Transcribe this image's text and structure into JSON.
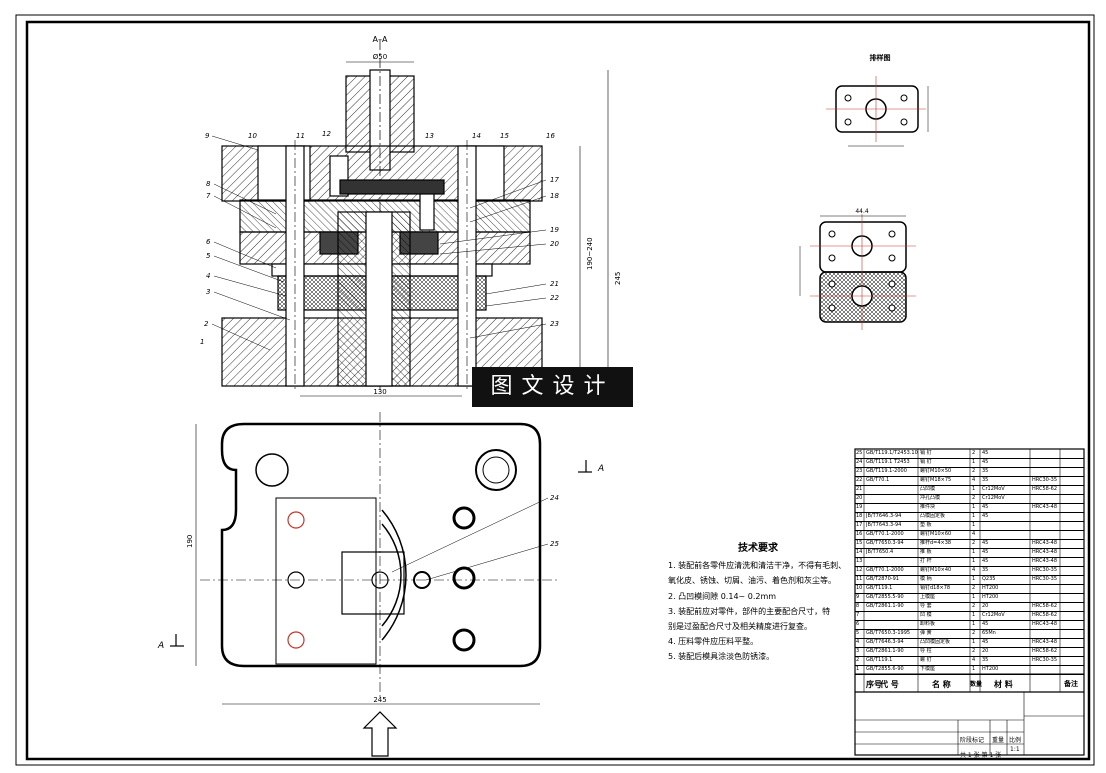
{
  "section_title": "A–A",
  "detail_title": "排样图",
  "watermark": "图文设计",
  "dims": {
    "d50": "Ø50",
    "h245": "245",
    "h190": "190~240",
    "w130": "130",
    "w245": "245",
    "h190b": "190",
    "strip_w": "44.4"
  },
  "part_numbers": [
    "1",
    "2",
    "3",
    "4",
    "5",
    "6",
    "7",
    "8",
    "9",
    "10",
    "11",
    "12",
    "13",
    "14",
    "15",
    "16",
    "17",
    "18",
    "19",
    "20",
    "21",
    "22",
    "23",
    "24",
    "25"
  ],
  "section_marks": {
    "right": "A",
    "left": "A"
  },
  "tech": {
    "title": "技术要求",
    "items": [
      "1. 装配前各零件应清洗和清洁干净，不得有毛刺、",
      "氧化皮、锈蚀、切屑、油污、着色剂和灰尘等。",
      "2. 凸凹模间隙  0.14~ 0.2mm",
      "3. 装配前应对零件，部件的主要配合尺寸，特",
      "别是过盈配合尺寸及相关精度进行复查。",
      "4. 压料零件应压料平整。",
      "5. 装配后模具涂淡色防锈漆。"
    ]
  },
  "bom": [
    {
      "no": "25",
      "code": "GB/T119.1/T2453.10",
      "name": "销 钉",
      "qty": "2",
      "mat": "45",
      "note": ""
    },
    {
      "no": "24",
      "code": "GB/T119.1 T2453",
      "name": "销 钉",
      "qty": "1",
      "mat": "45",
      "note": ""
    },
    {
      "no": "23",
      "code": "GB/T119.1-2000",
      "name": "螺钉M10×50",
      "qty": "2",
      "mat": "35",
      "note": ""
    },
    {
      "no": "22",
      "code": "GB/T70.1",
      "name": "螺钉M18×75",
      "qty": "4",
      "mat": "35",
      "note": "HRC30-35"
    },
    {
      "no": "21",
      "code": "",
      "name": "凸凹模",
      "qty": "1",
      "mat": "Cr12MoV",
      "note": "HRC58-62"
    },
    {
      "no": "20",
      "code": "",
      "name": "冲孔凸模",
      "qty": "2",
      "mat": "Cr12MoV",
      "note": ""
    },
    {
      "no": "19",
      "code": "",
      "name": "推件块",
      "qty": "1",
      "mat": "45",
      "note": "HRC43-48"
    },
    {
      "no": "18",
      "code": "JB/T7646.3-94",
      "name": "凸模固定板",
      "qty": "1",
      "mat": "45",
      "note": ""
    },
    {
      "no": "17",
      "code": "JB/T7643.3-94",
      "name": "垫 板",
      "qty": "1",
      "mat": "",
      "note": ""
    },
    {
      "no": "16",
      "code": "GB/T70.1-2000",
      "name": "螺钉M10×60",
      "qty": "4",
      "mat": "",
      "note": ""
    },
    {
      "no": "15",
      "code": "GB/T7650.3-94",
      "name": "推杆d=4×38",
      "qty": "2",
      "mat": "45",
      "note": "HRC43-48"
    },
    {
      "no": "14",
      "code": "JB/T7650.4",
      "name": "推 板",
      "qty": "1",
      "mat": "45",
      "note": "HRC43-48"
    },
    {
      "no": "13",
      "code": "",
      "name": "打 杆",
      "qty": "1",
      "mat": "45",
      "note": "HRC43-48"
    },
    {
      "no": "12",
      "code": "GB/T70.1-2000",
      "name": "螺钉M10×40",
      "qty": "4",
      "mat": "35",
      "note": "HRC30-35"
    },
    {
      "no": "11",
      "code": "GB/T2870-91",
      "name": "模 柄",
      "qty": "1",
      "mat": "Q235",
      "note": "HRC30-35"
    },
    {
      "no": "10",
      "code": "GB/T119.1",
      "name": "销钉d18×78",
      "qty": "2",
      "mat": "HT200",
      "note": ""
    },
    {
      "no": "9",
      "code": "GB/T2855.5-90",
      "name": "上模座",
      "qty": "1",
      "mat": "HT200",
      "note": ""
    },
    {
      "no": "8",
      "code": "GB/T2861.1-90",
      "name": "导 套",
      "qty": "2",
      "mat": "20",
      "note": "HRC58-62"
    },
    {
      "no": "7",
      "code": "",
      "name": "凹 模",
      "qty": "1",
      "mat": "Cr12MoV",
      "note": "HRC58-62"
    },
    {
      "no": "6",
      "code": "",
      "name": "卸料板",
      "qty": "1",
      "mat": "45",
      "note": "HRC43-48"
    },
    {
      "no": "5",
      "code": "GB/T7650.3-1995",
      "name": "弹 簧",
      "qty": "2",
      "mat": "65Mn",
      "note": ""
    },
    {
      "no": "4",
      "code": "GB/T7646.3-94",
      "name": "凸凹模固定板",
      "qty": "1",
      "mat": "45",
      "note": "HRC43-48"
    },
    {
      "no": "3",
      "code": "GB/T2861.1-90",
      "name": "导 柱",
      "qty": "2",
      "mat": "20",
      "note": "HRC58-62"
    },
    {
      "no": "2",
      "code": "GB/T119.1",
      "name": "螺 钉",
      "qty": "4",
      "mat": "35",
      "note": "HRC30-35"
    },
    {
      "no": "1",
      "code": "GB/T2855.6-90",
      "name": "下模座",
      "qty": "1",
      "mat": "HT200",
      "note": ""
    }
  ],
  "bom_header": {
    "no": "序号",
    "code": "代 号",
    "name": "名 称",
    "qty": "数量",
    "mat": "材 料",
    "note": "备注"
  },
  "title_block": {
    "scale": "1:1",
    "stage": "阶段标记",
    "weight": "重量",
    "ratio": "比例",
    "sheet": "共 1 张  第 1 张"
  }
}
